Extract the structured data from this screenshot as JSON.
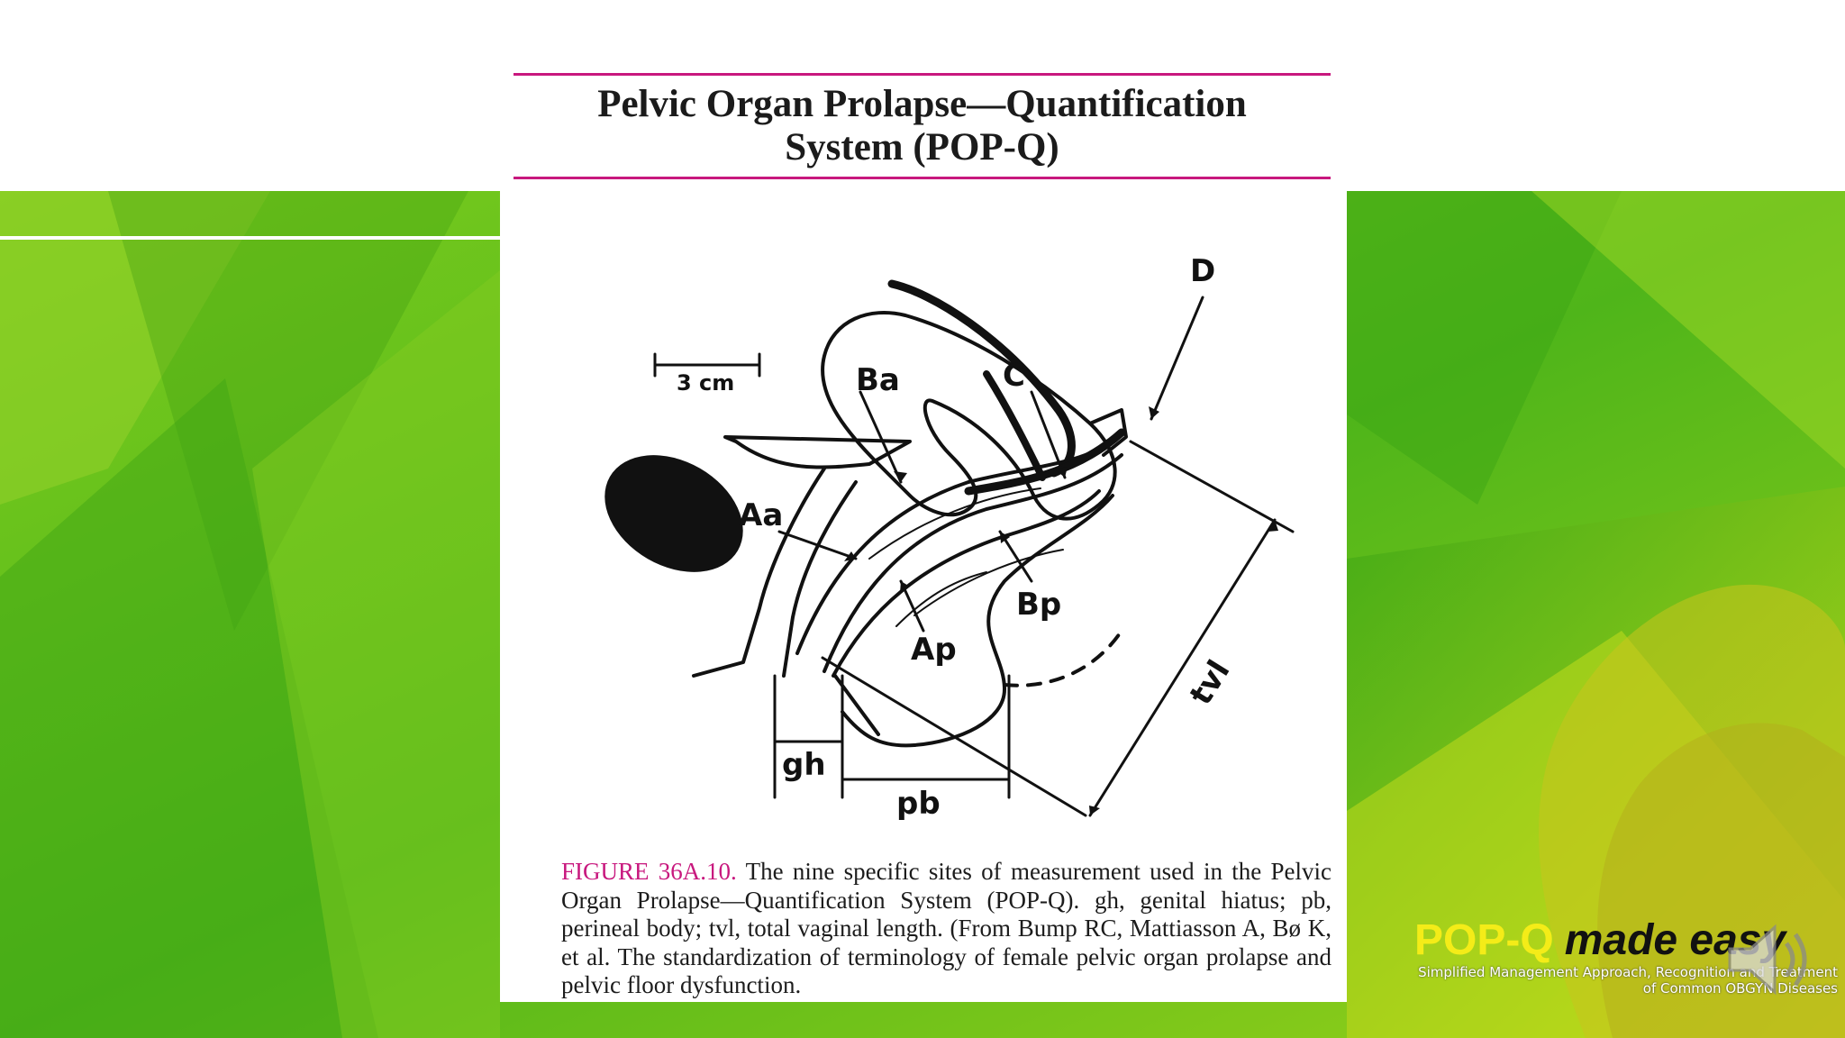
{
  "slide": {
    "title": "Pelvic Organ Prolapse—Quantification System (POP-Q)",
    "title_line1": "Pelvic Organ Prolapse—Quantification",
    "title_line2": "System (POP-Q)"
  },
  "diagram": {
    "scale_label": "3 cm",
    "labels": {
      "aa": "Aa",
      "ba": "Ba",
      "c": "C",
      "d": "D",
      "ap": "Ap",
      "bp": "Bp",
      "gh": "gh",
      "pb": "pb",
      "tvl": "tvl"
    }
  },
  "caption": {
    "figure_label": "FIGURE 36A.10.",
    "text": "The nine specific sites of measurement used in the Pelvic Organ Prolapse—Quantification System (POP-Q). gh, genital hiatus; pb, perineal body; tvl, total vaginal length. (From Bump RC, Mattiasson A, Bø K, et al. The standardization of terminology of female pelvic organ prolapse and pelvic floor dysfunction."
  },
  "logo": {
    "main": "POP-Q",
    "made": "made easy",
    "sub_line1": "Simplified Management Approach, Recognition and Treatment",
    "sub_line2": "of Common OBGYN Diseases"
  },
  "colors": {
    "accent": "#c8187e",
    "green": "#5cb81c",
    "yellow": "#f4ec18"
  },
  "icons": {
    "audio": "speaker-icon"
  }
}
